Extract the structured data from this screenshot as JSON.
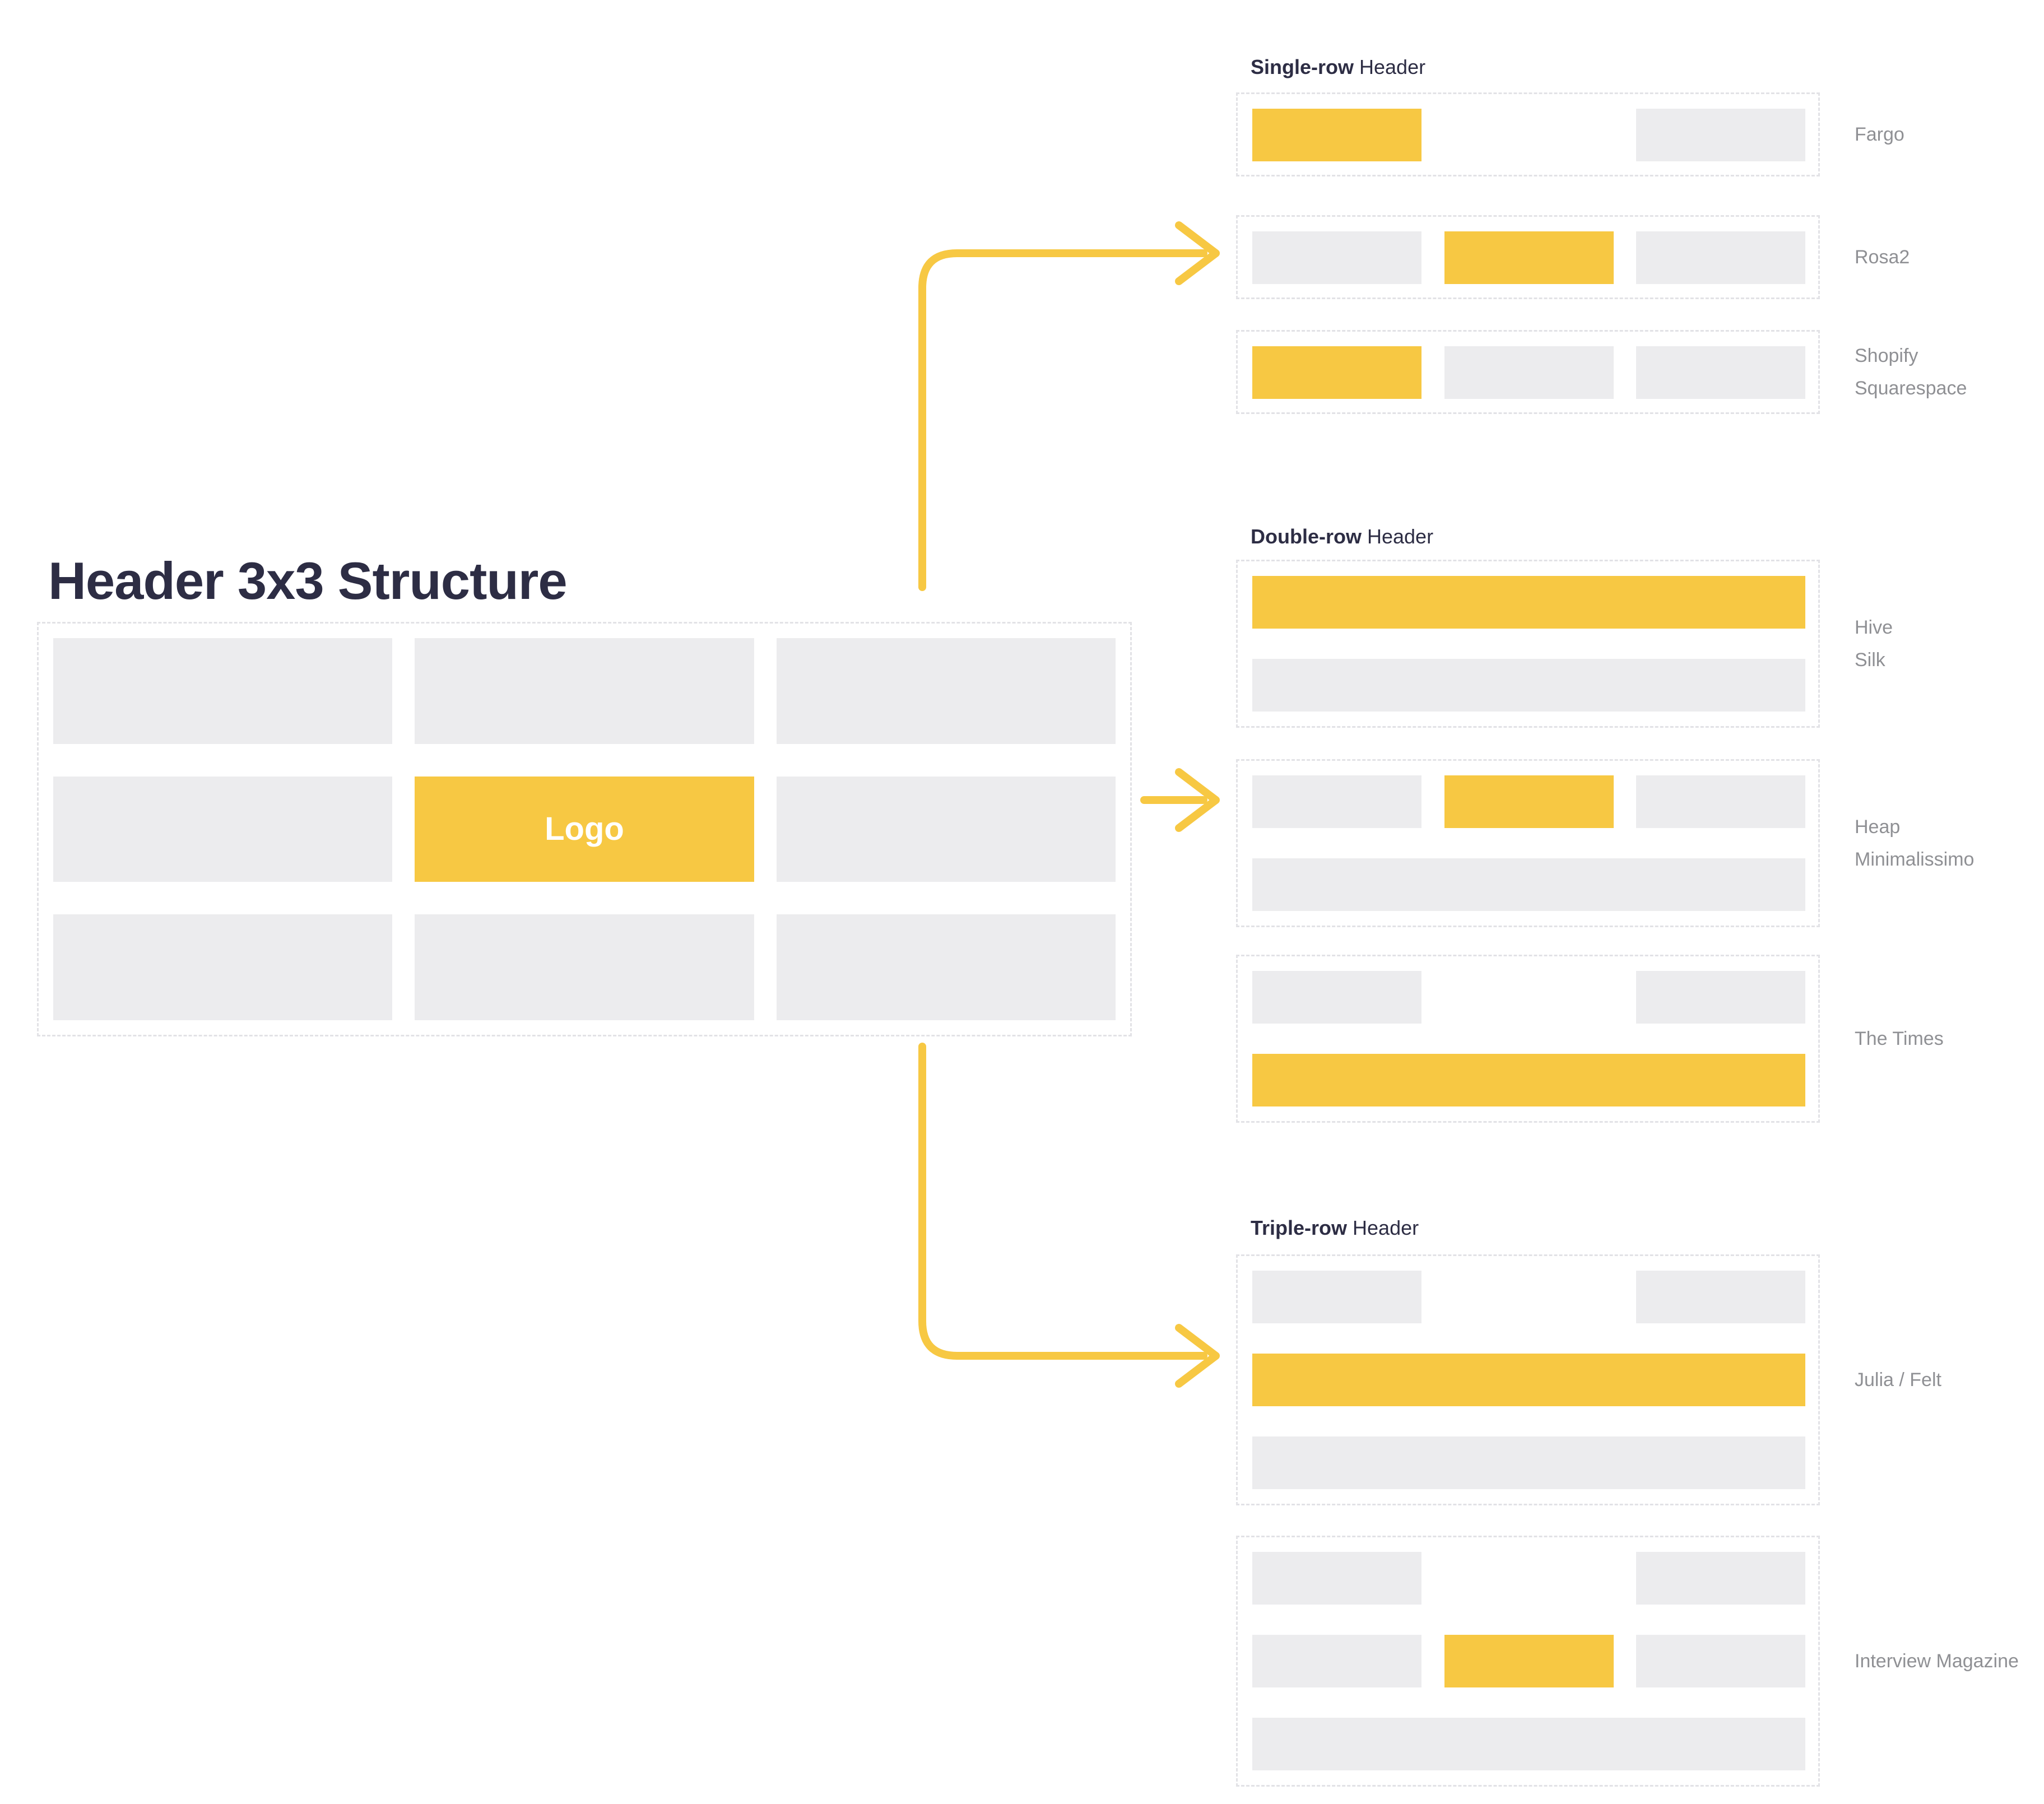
{
  "diagram": {
    "title": "Header 3x3 Structure",
    "grid": {
      "logo_label": "Logo"
    },
    "sections": [
      {
        "heading_bold": "Single-row",
        "heading_rest": "Header",
        "examples": [
          {
            "label_lines": [
              "Fargo"
            ],
            "rows": [
              [
                "accent",
                "empty",
                "gray"
              ]
            ]
          },
          {
            "label_lines": [
              "Rosa2"
            ],
            "rows": [
              [
                "gray",
                "accent",
                "gray"
              ]
            ]
          },
          {
            "label_lines": [
              "Shopify",
              "Squarespace"
            ],
            "rows": [
              [
                "accent",
                "gray",
                "gray"
              ]
            ]
          }
        ]
      },
      {
        "heading_bold": "Double-row",
        "heading_rest": "Header",
        "examples": [
          {
            "label_lines": [
              "Hive",
              "Silk"
            ],
            "rows": [
              [
                "accent-full"
              ],
              [
                "gray-full"
              ]
            ]
          },
          {
            "label_lines": [
              "Heap",
              "Minimalissimo"
            ],
            "rows": [
              [
                "gray",
                "accent",
                "gray"
              ],
              [
                "gray-full"
              ]
            ]
          },
          {
            "label_lines": [
              "The Times"
            ],
            "rows": [
              [
                "gray",
                "empty",
                "gray"
              ],
              [
                "accent-full"
              ]
            ]
          }
        ]
      },
      {
        "heading_bold": "Triple-row",
        "heading_rest": "Header",
        "examples": [
          {
            "label_lines": [
              "Julia / Felt"
            ],
            "rows": [
              [
                "gray",
                "empty",
                "gray"
              ],
              [
                "accent-full"
              ],
              [
                "gray-full"
              ]
            ]
          },
          {
            "label_lines": [
              "Interview Magazine"
            ],
            "rows": [
              [
                "gray",
                "empty",
                "gray"
              ],
              [
                "gray",
                "accent",
                "gray"
              ],
              [
                "gray-full"
              ]
            ]
          }
        ]
      }
    ]
  },
  "colors": {
    "accent": "#F7C843",
    "block": "#ECECEE",
    "heading_text": "#2D2D44",
    "label_text": "#8F9094",
    "dash_border": "#E2E2E6",
    "logo_text": "#FFFFFF",
    "background": "#FFFFFF"
  }
}
